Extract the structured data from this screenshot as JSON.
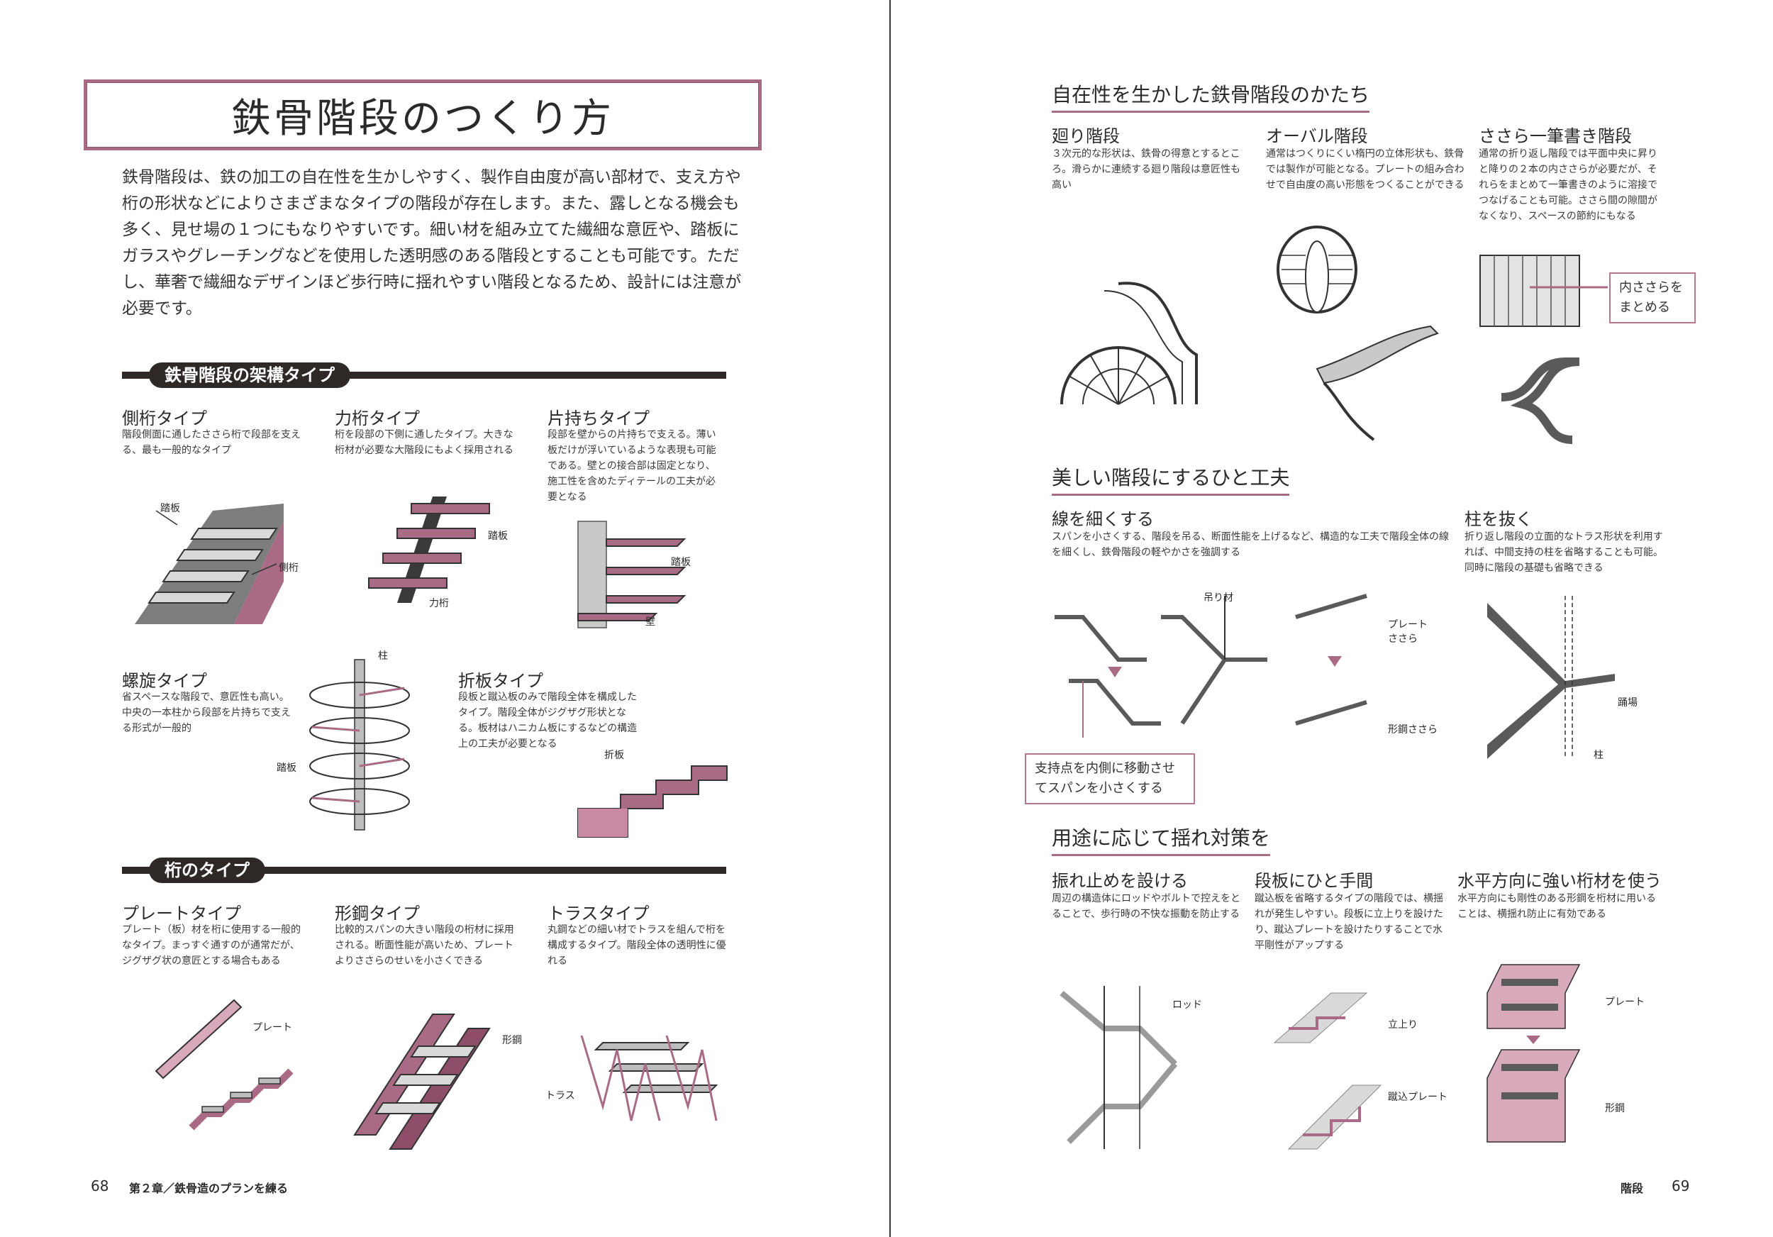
{
  "left": {
    "title": "鉄骨階段のつくり方",
    "intro": "鉄骨階段は、鉄の加工の自在性を生かしやすく、製作自由度が高い部材で、支え方や桁の形状などによりさまざまなタイプの階段が存在します。また、露しとなる機会も多く、見せ場の１つにもなりやすいです。細い材を組み立てた繊細な意匠や、踏板にガラスやグレーチングなどを使用した透明感のある階段とすることも可能です。ただし、華奢で繊細なデザインほど歩行時に揺れやすい階段となるため、設計には注意が必要です。",
    "section1": {
      "label": "鉄骨階段の架構タイプ",
      "items": [
        {
          "title": "側桁タイプ",
          "desc": "階段側面に通したささら桁で段部を支える、最も一般的なタイプ",
          "labels": [
            "踏板",
            "側桁"
          ]
        },
        {
          "title": "力桁タイプ",
          "desc": "桁を段部の下側に通したタイプ。大きな桁材が必要な大階段にもよく採用される",
          "labels": [
            "踏板",
            "力桁"
          ]
        },
        {
          "title": "片持ちタイプ",
          "desc": "段部を壁からの片持ちで支える。薄い板だけが浮いているような表現も可能である。壁との接合部は固定となり、施工性を含めたディテールの工夫が必要となる",
          "labels": [
            "踏板",
            "壁"
          ]
        },
        {
          "title": "螺旋タイプ",
          "desc": "省スペースな階段で、意匠性も高い。中央の一本柱から段部を片持ちで支える形式が一般的",
          "labels": [
            "柱",
            "踏板"
          ]
        },
        {
          "title": "折板タイプ",
          "desc": "段板と蹴込板のみで階段全体を構成したタイプ。階段全体がジグザグ形状となる。板材はハニカム板にするなどの構造上の工夫が必要となる",
          "labels": [
            "折板"
          ]
        }
      ]
    },
    "section2": {
      "label": "桁のタイプ",
      "items": [
        {
          "title": "プレートタイプ",
          "desc": "プレート（板）材を桁に使用する一般的なタイプ。まっすぐ通すのが通常だが、ジグザグ状の意匠とする場合もある",
          "labels": [
            "プレート"
          ]
        },
        {
          "title": "形鋼タイプ",
          "desc": "比較的スパンの大きい階段の桁材に採用される。断面性能が高いため、プレートよりささらのせいを小さくできる",
          "labels": [
            "形鋼"
          ]
        },
        {
          "title": "トラスタイプ",
          "desc": "丸鋼などの細い材でトラスを組んで桁を構成するタイプ。階段全体の透明性に優れる",
          "labels": [
            "トラス"
          ]
        }
      ]
    },
    "footer": {
      "page": "68",
      "chapter": "第２章／鉄骨造のプランを練る"
    }
  },
  "right": {
    "sectionA": {
      "heading": "自在性を生かした鉄骨階段のかたち",
      "items": [
        {
          "title": "廻り階段",
          "desc": "３次元的な形状は、鉄骨の得意とするところ。滑らかに連続する廻り階段は意匠性も高い"
        },
        {
          "title": "オーバル階段",
          "desc": "通常はつくりにくい楕円の立体形状も、鉄骨では製作が可能となる。プレートの組み合わせで自由度の高い形態をつくることができる"
        },
        {
          "title": "ささら一筆書き階段",
          "desc": "通常の折り返し階段では平面中央に昇りと降りの２本の内ささらが必要だが、それらをまとめて一筆書きのように溶接でつなげることも可能。ささら間の隙間がなくなり、スペースの節約にもなる",
          "callout": "内ささらをまとめる"
        }
      ]
    },
    "sectionB": {
      "heading": "美しい階段にするひと工夫",
      "items": [
        {
          "title": "線を細くする",
          "desc": "スパンを小さくする、階段を吊る、断面性能を上げるなど、構造的な工夫で階段全体の線を細くし、鉄骨階段の軽やかさを強調する",
          "labels": [
            "吊り材",
            "プレートささら",
            "形鋼ささら"
          ],
          "callout": "支持点を内側に移動させてスパンを小さくする"
        },
        {
          "title": "柱を抜く",
          "desc": "折り返し階段の立面的なトラス形状を利用すれば、中間支持の柱を省略することも可能。同時に階段の基礎も省略できる",
          "labels": [
            "踊場",
            "柱"
          ]
        }
      ]
    },
    "sectionC": {
      "heading": "用途に応じて揺れ対策を",
      "items": [
        {
          "title": "振れ止めを設ける",
          "desc": "周辺の構造体にロッドやボルトで控えをとることで、歩行時の不快な振動を防止する",
          "labels": [
            "ロッド"
          ]
        },
        {
          "title": "段板にひと手間",
          "desc": "蹴込板を省略するタイプの階段では、横揺れが発生しやすい。段板に立上りを設けたり、蹴込プレートを設けたりすることで水平剛性がアップする",
          "labels": [
            "立上り",
            "蹴込プレート"
          ]
        },
        {
          "title": "水平方向に強い桁材を使う",
          "desc": "水平方向にも剛性のある形鋼を桁材に用いることは、横揺れ防止に有効である",
          "labels": [
            "プレート",
            "形鋼"
          ]
        }
      ]
    },
    "footer": {
      "section": "階段",
      "page": "69"
    }
  },
  "colors": {
    "accent": "#a86a84",
    "dark": "#2e2826",
    "pink_fill": "#a86a84",
    "gray_fill": "#7d7d7d"
  }
}
